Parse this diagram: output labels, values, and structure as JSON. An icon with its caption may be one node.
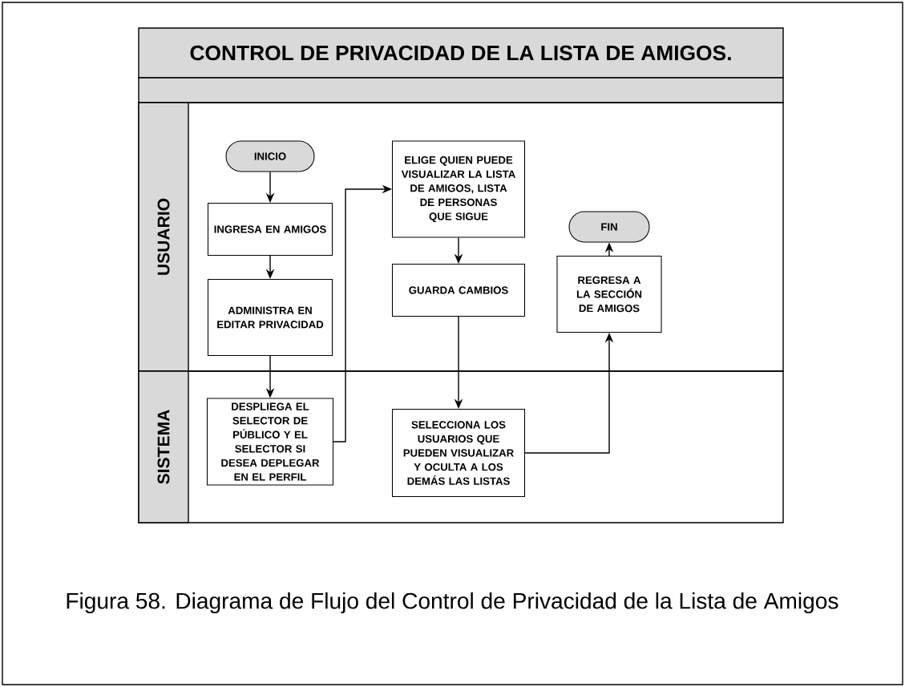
{
  "diagram": {
    "title": "CONTROL DE PRIVACIDAD DE LA LISTA DE AMIGOS.",
    "caption": "Figura 58. Diagrama de Flujo del Control de Privacidad de la Lista de Amigos",
    "nodes": [
      {
        "text": [
          "USUARIO"
        ]
      },
      {
        "text": [
          "SISTEMA"
        ]
      },
      {
        "text": [
          "INICIO"
        ],
        "in": 0
      },
      {
        "text": [
          "INGRESA EN AMIGOS"
        ],
        "in": 0
      },
      {
        "text": [
          "ADMINISTRA EN EDITAR PRIVACIDAD"
        ],
        "in": 0
      },
      {
        "text": [
          "DESPLIEGA EL SELECTOR DE PÚBLICO Y EL SELECTOR SI DESEA DEPLEGAR EN EL PERFIL"
        ],
        "in": 1
      },
      {
        "text": [
          "ELIGE QUIEN PUEDE VISUALIZAR LA LISTA DE AMIGOS, LISTA DE PERSONAS QUE SIGUE"
        ],
        "in": 0
      },
      {
        "text": [
          "GUARDA CAMBIOS"
        ],
        "in": 0
      },
      {
        "text": [
          "SELECCIONA LOS USUARIOS QUE PUEDEN VISUALIZAR Y OCULTA A LOS DEMÁS LAS LISTAS"
        ],
        "in": 1
      },
      {
        "text": [
          "REGRESA A LA SECCIÓN DE AMIGOS"
        ],
        "in": 0
      },
      {
        "text": [
          "FIN"
        ],
        "in": 0
      }
    ],
    "edges": [
      {
        "from": 2,
        "to": 3,
        "arrow": "to"
      },
      {
        "from": 3,
        "to": 4,
        "arrow": "to"
      },
      {
        "from": 4,
        "to": 5,
        "arrow": "to"
      },
      {
        "from": 5,
        "to": 6,
        "arrow": "to"
      },
      {
        "from": 6,
        "to": 7,
        "arrow": "to"
      },
      {
        "from": 7,
        "to": 8,
        "arrow": "to"
      },
      {
        "from": 8,
        "to": 9,
        "arrow": "to"
      },
      {
        "from": 9,
        "to": 10,
        "arrow": "to"
      }
    ]
  }
}
